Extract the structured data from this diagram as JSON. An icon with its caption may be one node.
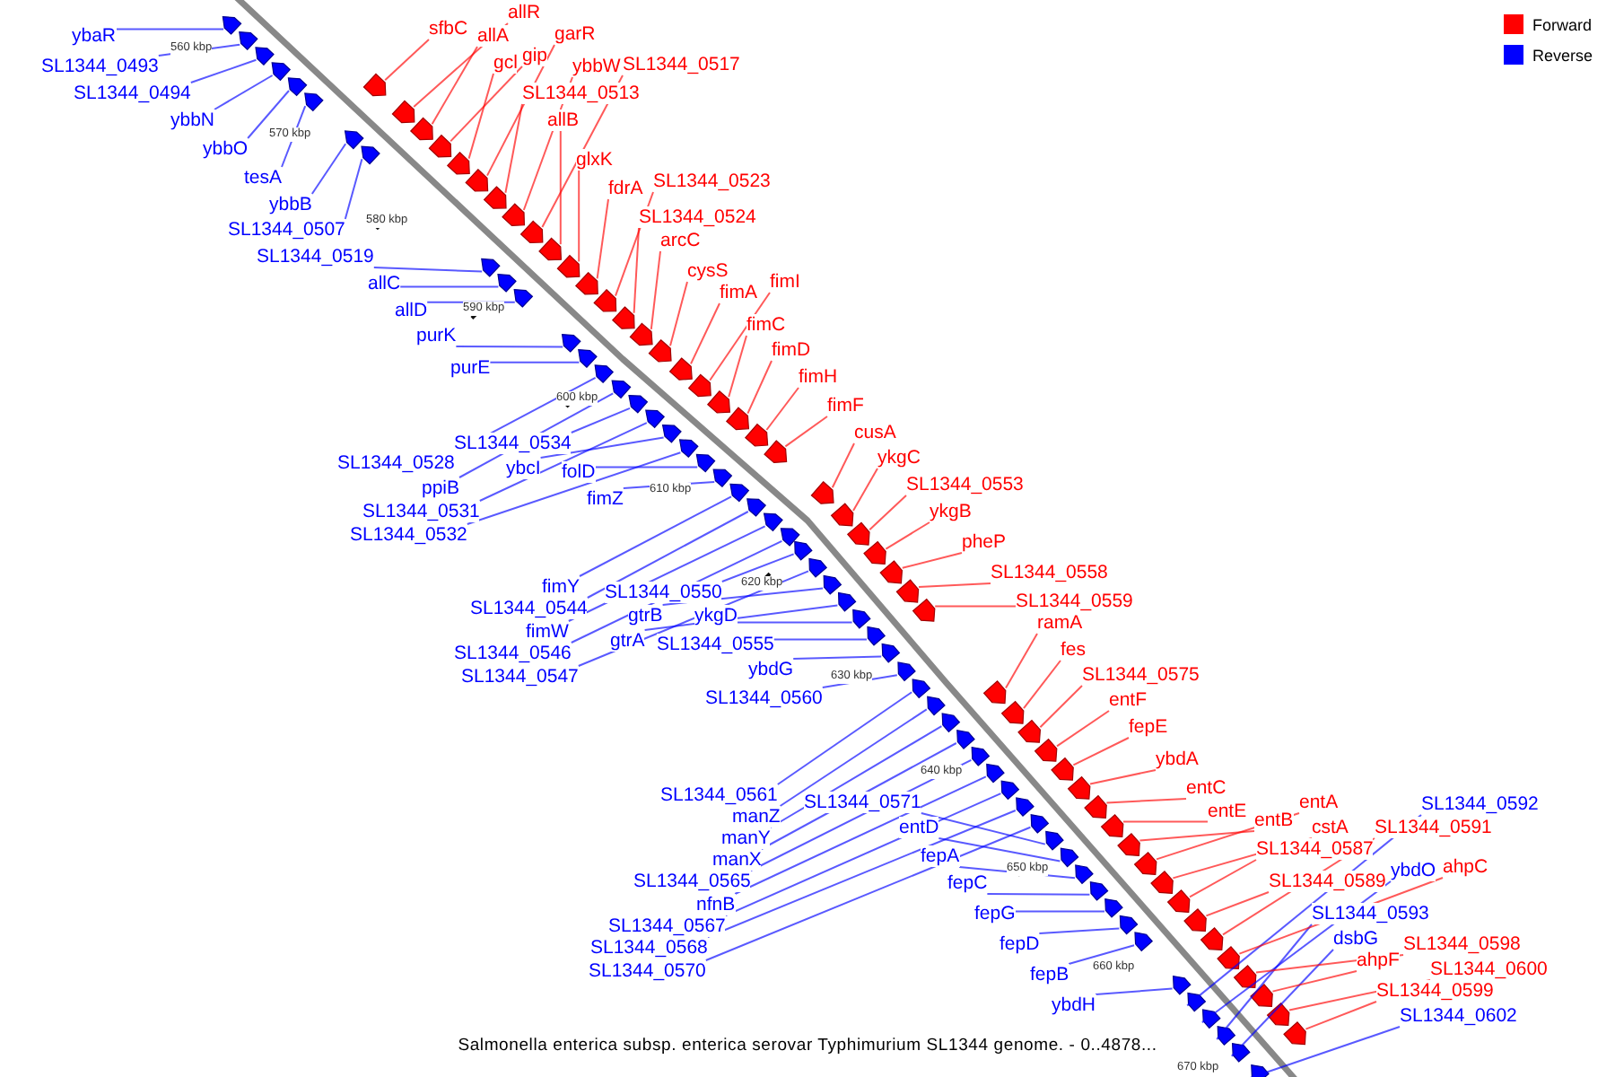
{
  "diagram": {
    "caption": "Salmonella enterica subsp. enterica serovar Typhimurium SL1344 genome. - 0..4878...",
    "nodes": [
      {
        "text": [
          "ybaR"
        ]
      },
      {
        "text": [
          "SL1344_0493"
        ]
      },
      {
        "text": [
          "SL1344_0494"
        ]
      },
      {
        "text": [
          "ybbN"
        ]
      },
      {
        "text": [
          "ybbO"
        ]
      },
      {
        "text": [
          "tesA"
        ]
      },
      {
        "text": [
          "ybbB"
        ]
      },
      {
        "text": [
          "SL1344_0507"
        ]
      },
      {
        "text": [
          "SL1344_0519"
        ]
      },
      {
        "text": [
          "allC"
        ]
      },
      {
        "text": [
          "allD"
        ]
      },
      {
        "text": [
          "purK"
        ]
      },
      {
        "text": [
          "purE"
        ]
      },
      {
        "text": [
          "SL1344_0534"
        ]
      },
      {
        "text": [
          "SL1344_0528"
        ]
      },
      {
        "text": [
          "ybcI"
        ]
      },
      {
        "text": [
          "ppiB"
        ]
      },
      {
        "text": [
          "folD"
        ]
      },
      {
        "text": [
          "SL1344_0531"
        ]
      },
      {
        "text": [
          "SL1344_0532"
        ]
      },
      {
        "text": [
          "fimZ"
        ]
      },
      {
        "text": [
          "fimY"
        ]
      },
      {
        "text": [
          "SL1344_0544"
        ]
      },
      {
        "text": [
          "SL1344_0550"
        ]
      },
      {
        "text": [
          "fimW"
        ]
      },
      {
        "text": [
          "gtrB"
        ]
      },
      {
        "text": [
          "ykgD"
        ]
      },
      {
        "text": [
          "SL1344_0546"
        ]
      },
      {
        "text": [
          "gtrA"
        ]
      },
      {
        "text": [
          "SL1344_0555"
        ]
      },
      {
        "text": [
          "SL1344_0547"
        ]
      },
      {
        "text": [
          "ybdG"
        ]
      },
      {
        "text": [
          "SL1344_0560"
        ]
      },
      {
        "text": [
          "SL1344_0561"
        ]
      },
      {
        "text": [
          "SL1344_0571"
        ]
      },
      {
        "text": [
          "manZ"
        ]
      },
      {
        "text": [
          "entD"
        ]
      },
      {
        "text": [
          "manY"
        ]
      },
      {
        "text": [
          "manX"
        ]
      },
      {
        "text": [
          "fepA"
        ]
      },
      {
        "text": [
          "SL1344_0565"
        ]
      },
      {
        "text": [
          "fepC"
        ]
      },
      {
        "text": [
          "nfnB"
        ]
      },
      {
        "text": [
          "fepG"
        ]
      },
      {
        "text": [
          "SL1344_0567"
        ]
      },
      {
        "text": [
          "fepD"
        ]
      },
      {
        "text": [
          "SL1344_0568"
        ]
      },
      {
        "text": [
          "SL1344_0570"
        ]
      },
      {
        "text": [
          "fepB"
        ]
      },
      {
        "text": [
          "ybdH"
        ]
      },
      {
        "text": [
          "SL1344_0592"
        ]
      },
      {
        "text": [
          "ybdO"
        ]
      },
      {
        "text": [
          "SL1344_0593"
        ]
      },
      {
        "text": [
          "dsbG"
        ]
      },
      {
        "text": [
          "SL1344_0602"
        ]
      },
      {
        "text": [
          "sfbC"
        ]
      },
      {
        "text": [
          "allR"
        ]
      },
      {
        "text": [
          "allA"
        ]
      },
      {
        "text": [
          "gip"
        ]
      },
      {
        "text": [
          "gcl"
        ]
      },
      {
        "text": [
          "garR"
        ]
      },
      {
        "text": [
          "ybbW"
        ]
      },
      {
        "text": [
          "SL1344_0517"
        ]
      },
      {
        "text": [
          "SL1344_0513"
        ]
      },
      {
        "text": [
          "allB"
        ]
      },
      {
        "text": [
          "glxK"
        ]
      },
      {
        "text": [
          "fdrA"
        ]
      },
      {
        "text": [
          "SL1344_0523"
        ]
      },
      {
        "text": [
          "SL1344_0524"
        ]
      },
      {
        "text": [
          "arcC"
        ]
      },
      {
        "text": [
          "cysS"
        ]
      },
      {
        "text": [
          "fimA"
        ]
      },
      {
        "text": [
          "fimI"
        ]
      },
      {
        "text": [
          "fimC"
        ]
      },
      {
        "text": [
          "fimD"
        ]
      },
      {
        "text": [
          "fimH"
        ]
      },
      {
        "text": [
          "fimF"
        ]
      },
      {
        "text": [
          "cusA"
        ]
      },
      {
        "text": [
          "ykgC"
        ]
      },
      {
        "text": [
          "SL1344_0553"
        ]
      },
      {
        "text": [
          "ykgB"
        ]
      },
      {
        "text": [
          "pheP"
        ]
      },
      {
        "text": [
          "SL1344_0558"
        ]
      },
      {
        "text": [
          "SL1344_0559"
        ]
      },
      {
        "text": [
          "ramA"
        ]
      },
      {
        "text": [
          "fes"
        ]
      },
      {
        "text": [
          "SL1344_0575"
        ]
      },
      {
        "text": [
          "entF"
        ]
      },
      {
        "text": [
          "fepE"
        ]
      },
      {
        "text": [
          "ybdA"
        ]
      },
      {
        "text": [
          "entC"
        ]
      },
      {
        "text": [
          "entE"
        ]
      },
      {
        "text": [
          "entB"
        ]
      },
      {
        "text": [
          "entA"
        ]
      },
      {
        "text": [
          "cstA"
        ]
      },
      {
        "text": [
          "SL1344_0587"
        ]
      },
      {
        "text": [
          "SL1344_0591"
        ]
      },
      {
        "text": [
          "SL1344_0589"
        ]
      },
      {
        "text": [
          "ahpC"
        ]
      },
      {
        "text": [
          "SL1344_0598"
        ]
      },
      {
        "text": [
          "ahpF"
        ]
      },
      {
        "text": [
          "SL1344_0600"
        ]
      },
      {
        "text": [
          "SL1344_0599"
        ]
      },
      {
        "text": [],
        "shape": "arrow"
      },
      {
        "text": [],
        "shape": "arrow"
      },
      {
        "text": [],
        "shape": "arrow"
      },
      {
        "text": [],
        "shape": "arrow"
      },
      {
        "text": [],
        "shape": "arrow"
      },
      {
        "text": [],
        "shape": "arrow"
      },
      {
        "text": [],
        "shape": "arrow"
      },
      {
        "text": [],
        "shape": "arrow"
      },
      {
        "text": [],
        "shape": "arrow"
      },
      {
        "text": [],
        "shape": "arrow"
      },
      {
        "text": [],
        "shape": "arrow"
      },
      {
        "text": [],
        "shape": "arrow"
      },
      {
        "text": [],
        "shape": "arrow"
      },
      {
        "text": [],
        "shape": "arrow"
      },
      {
        "text": [],
        "shape": "arrow"
      },
      {
        "text": [],
        "shape": "arrow"
      },
      {
        "text": [],
        "shape": "arrow"
      },
      {
        "text": [],
        "shape": "arrow"
      },
      {
        "text": [],
        "shape": "arrow"
      },
      {
        "text": [],
        "shape": "arrow"
      },
      {
        "text": [],
        "shape": "arrow"
      },
      {
        "text": [],
        "shape": "arrow"
      },
      {
        "text": [],
        "shape": "arrow"
      },
      {
        "text": [],
        "shape": "arrow"
      },
      {
        "text": [],
        "shape": "arrow"
      },
      {
        "text": [],
        "shape": "arrow"
      },
      {
        "text": [],
        "shape": "arrow"
      },
      {
        "text": [],
        "shape": "arrow"
      },
      {
        "text": [],
        "shape": "arrow"
      },
      {
        "text": [],
        "shape": "arrow"
      },
      {
        "text": [],
        "shape": "arrow"
      },
      {
        "text": [],
        "shape": "arrow"
      },
      {
        "text": [],
        "shape": "arrow"
      },
      {
        "text": [],
        "shape": "arrow"
      },
      {
        "text": [],
        "shape": "arrow"
      },
      {
        "text": [],
        "shape": "arrow"
      },
      {
        "text": [],
        "shape": "arrow"
      },
      {
        "text": [],
        "shape": "arrow"
      },
      {
        "text": [],
        "shape": "arrow"
      },
      {
        "text": [],
        "shape": "arrow"
      },
      {
        "text": [],
        "shape": "arrow"
      },
      {
        "text": [],
        "shape": "arrow"
      },
      {
        "text": [],
        "shape": "arrow"
      },
      {
        "text": [],
        "shape": "arrow"
      },
      {
        "text": [],
        "shape": "arrow"
      },
      {
        "text": [],
        "shape": "arrow"
      },
      {
        "text": [],
        "shape": "arrow"
      },
      {
        "text": [],
        "shape": "arrow"
      },
      {
        "text": [],
        "shape": "arrow"
      },
      {
        "text": [],
        "shape": "arrow"
      },
      {
        "text": [],
        "shape": "arrow"
      },
      {
        "text": [],
        "shape": "arrow"
      },
      {
        "text": [],
        "shape": "arrow"
      },
      {
        "text": [],
        "shape": "arrow"
      },
      {
        "text": [],
        "shape": "arrow"
      },
      {
        "text": [],
        "shape": "arrow"
      },
      {
        "text": [],
        "shape": "arrow"
      },
      {
        "text": [],
        "shape": "arrow"
      },
      {
        "text": [],
        "shape": "arrow"
      },
      {
        "text": [],
        "shape": "arrow"
      },
      {
        "text": [],
        "shape": "arrow"
      },
      {
        "text": [],
        "shape": "arrow"
      },
      {
        "text": [],
        "shape": "arrow"
      },
      {
        "text": [],
        "shape": "arrow"
      },
      {
        "text": [],
        "shape": "arrow"
      },
      {
        "text": [],
        "shape": "arrow"
      },
      {
        "text": [],
        "shape": "arrow"
      },
      {
        "text": [],
        "shape": "arrow"
      },
      {
        "text": [],
        "shape": "arrow"
      },
      {
        "text": [],
        "shape": "arrow"
      },
      {
        "text": [],
        "shape": "arrow"
      },
      {
        "text": [],
        "shape": "arrow"
      },
      {
        "text": [],
        "shape": "arrow"
      },
      {
        "text": [],
        "shape": "arrow"
      },
      {
        "text": [],
        "shape": "arrow"
      },
      {
        "text": [],
        "shape": "arrow"
      },
      {
        "text": [],
        "shape": "arrow"
      },
      {
        "text": [],
        "shape": "arrow"
      },
      {
        "text": [],
        "shape": "arrow"
      },
      {
        "text": [],
        "shape": "arrow"
      },
      {
        "text": [],
        "shape": "arrow"
      },
      {
        "text": [],
        "shape": "arrow"
      },
      {
        "text": [],
        "shape": "arrow"
      },
      {
        "text": [],
        "shape": "arrow"
      },
      {
        "text": [],
        "shape": "arrow"
      },
      {
        "text": [],
        "shape": "arrow"
      },
      {
        "text": [],
        "shape": "arrow"
      },
      {
        "text": [],
        "shape": "arrow"
      },
      {
        "text": [],
        "shape": "arrow"
      },
      {
        "text": [],
        "shape": "arrow"
      },
      {
        "text": [],
        "shape": "arrow"
      },
      {
        "text": [],
        "shape": "arrow"
      },
      {
        "text": [],
        "shape": "arrow"
      },
      {
        "text": [],
        "shape": "arrow"
      },
      {
        "text": [],
        "shape": "arrow"
      },
      {
        "text": [],
        "shape": "arrow"
      },
      {
        "text": [],
        "shape": "arrow"
      },
      {
        "text": [],
        "shape": "arrow"
      },
      {
        "text": [],
        "shape": "arrow"
      },
      {
        "text": [],
        "shape": "arrow"
      },
      {
        "text": [],
        "shape": "arrow"
      },
      {
        "text": [],
        "shape": "arrow"
      },
      {
        "text": [],
        "shape": "arrow"
      }
    ],
    "edges": [
      {
        "from": 0,
        "to": 103,
        "arrow": "none"
      },
      {
        "from": 1,
        "to": 104,
        "arrow": "none"
      },
      {
        "from": 2,
        "to": 105,
        "arrow": "none"
      },
      {
        "from": 3,
        "to": 106,
        "arrow": "none"
      },
      {
        "from": 4,
        "to": 107,
        "arrow": "none"
      },
      {
        "from": 5,
        "to": 108,
        "arrow": "none"
      },
      {
        "from": 6,
        "to": 109,
        "arrow": "none"
      },
      {
        "from": 7,
        "to": 110,
        "arrow": "none"
      },
      {
        "from": 8,
        "to": 111,
        "arrow": "none"
      },
      {
        "from": 9,
        "to": 112,
        "arrow": "none"
      },
      {
        "from": 10,
        "to": 113,
        "arrow": "none"
      },
      {
        "from": 11,
        "to": 114,
        "arrow": "none"
      },
      {
        "from": 12,
        "to": 115,
        "arrow": "none"
      },
      {
        "from": 13,
        "to": 116,
        "arrow": "none"
      },
      {
        "from": 14,
        "to": 117,
        "arrow": "none"
      },
      {
        "from": 15,
        "to": 118,
        "arrow": "none"
      },
      {
        "from": 16,
        "to": 119,
        "arrow": "none"
      },
      {
        "from": 17,
        "to": 120,
        "arrow": "none"
      },
      {
        "from": 18,
        "to": 121,
        "arrow": "none"
      },
      {
        "from": 19,
        "to": 122,
        "arrow": "none"
      },
      {
        "from": 20,
        "to": 123,
        "arrow": "none"
      },
      {
        "from": 21,
        "to": 124,
        "arrow": "none"
      },
      {
        "from": 22,
        "to": 125,
        "arrow": "none"
      },
      {
        "from": 23,
        "to": 126,
        "arrow": "none"
      },
      {
        "from": 24,
        "to": 127,
        "arrow": "none"
      },
      {
        "from": 25,
        "to": 128,
        "arrow": "none"
      },
      {
        "from": 26,
        "to": 129,
        "arrow": "none"
      },
      {
        "from": 27,
        "to": 130,
        "arrow": "none"
      },
      {
        "from": 28,
        "to": 131,
        "arrow": "none"
      },
      {
        "from": 29,
        "to": 132,
        "arrow": "none"
      },
      {
        "from": 30,
        "to": 133,
        "arrow": "none"
      },
      {
        "from": 31,
        "to": 134,
        "arrow": "none"
      },
      {
        "from": 32,
        "to": 135,
        "arrow": "none"
      },
      {
        "from": 33,
        "to": 136,
        "arrow": "none"
      },
      {
        "from": 34,
        "to": 137,
        "arrow": "none"
      },
      {
        "from": 35,
        "to": 138,
        "arrow": "none"
      },
      {
        "from": 36,
        "to": 139,
        "arrow": "none"
      },
      {
        "from": 37,
        "to": 140,
        "arrow": "none"
      },
      {
        "from": 38,
        "to": 141,
        "arrow": "none"
      },
      {
        "from": 39,
        "to": 142,
        "arrow": "none"
      },
      {
        "from": 40,
        "to": 143,
        "arrow": "none"
      },
      {
        "from": 41,
        "to": 144,
        "arrow": "none"
      },
      {
        "from": 42,
        "to": 145,
        "arrow": "none"
      },
      {
        "from": 43,
        "to": 146,
        "arrow": "none"
      },
      {
        "from": 44,
        "to": 147,
        "arrow": "none"
      },
      {
        "from": 45,
        "to": 148,
        "arrow": "none"
      },
      {
        "from": 46,
        "to": 149,
        "arrow": "none"
      },
      {
        "from": 47,
        "to": 150,
        "arrow": "none"
      },
      {
        "from": 48,
        "to": 151,
        "arrow": "none"
      },
      {
        "from": 49,
        "to": 152,
        "arrow": "none"
      },
      {
        "from": 50,
        "to": 153,
        "arrow": "none"
      },
      {
        "from": 51,
        "to": 154,
        "arrow": "none"
      },
      {
        "from": 52,
        "to": 155,
        "arrow": "none"
      },
      {
        "from": 53,
        "to": 156,
        "arrow": "none"
      },
      {
        "from": 54,
        "to": 157,
        "arrow": "none"
      },
      {
        "from": 55,
        "to": 158,
        "arrow": "none",
        "color": "#ff0000"
      },
      {
        "from": 56,
        "to": 159,
        "arrow": "none",
        "color": "#ff0000"
      },
      {
        "from": 57,
        "to": 160,
        "arrow": "none",
        "color": "#ff0000"
      },
      {
        "from": 58,
        "to": 161,
        "arrow": "none",
        "color": "#ff0000"
      },
      {
        "from": 59,
        "to": 162,
        "arrow": "none",
        "color": "#ff0000"
      },
      {
        "from": 60,
        "to": 163,
        "arrow": "none",
        "color": "#ff0000"
      },
      {
        "from": 61,
        "to": 164,
        "arrow": "none",
        "color": "#ff0000"
      },
      {
        "from": 62,
        "to": 165,
        "arrow": "none",
        "color": "#ff0000"
      },
      {
        "from": 63,
        "to": 166,
        "arrow": "none",
        "color": "#ff0000"
      },
      {
        "from": 64,
        "to": 167,
        "arrow": "none",
        "color": "#ff0000"
      },
      {
        "from": 65,
        "to": 168,
        "arrow": "none",
        "color": "#ff0000"
      },
      {
        "from": 66,
        "to": 169,
        "arrow": "none",
        "color": "#ff0000"
      },
      {
        "from": 67,
        "to": 170,
        "arrow": "none",
        "color": "#ff0000"
      },
      {
        "from": 68,
        "to": 171,
        "arrow": "none",
        "color": "#ff0000"
      },
      {
        "from": 69,
        "to": 172,
        "arrow": "none",
        "color": "#ff0000"
      },
      {
        "from": 70,
        "to": 173,
        "arrow": "none",
        "color": "#ff0000"
      },
      {
        "from": 71,
        "to": 174,
        "arrow": "none",
        "color": "#ff0000"
      },
      {
        "from": 72,
        "to": 175,
        "arrow": "none",
        "color": "#ff0000"
      },
      {
        "from": 73,
        "to": 176,
        "arrow": "none",
        "color": "#ff0000"
      },
      {
        "from": 74,
        "to": 177,
        "arrow": "none",
        "color": "#ff0000"
      },
      {
        "from": 75,
        "to": 178,
        "arrow": "none",
        "color": "#ff0000"
      },
      {
        "from": 76,
        "to": 179,
        "arrow": "none",
        "color": "#ff0000"
      },
      {
        "from": 77,
        "to": 180,
        "arrow": "none",
        "color": "#ff0000"
      },
      {
        "from": 78,
        "to": 181,
        "arrow": "none",
        "color": "#ff0000"
      },
      {
        "from": 79,
        "to": 182,
        "arrow": "none",
        "color": "#ff0000"
      },
      {
        "from": 80,
        "to": 183,
        "arrow": "none",
        "color": "#ff0000"
      },
      {
        "from": 81,
        "to": 184,
        "arrow": "none",
        "color": "#ff0000"
      },
      {
        "from": 82,
        "to": 185,
        "arrow": "none",
        "color": "#ff0000"
      },
      {
        "from": 83,
        "to": 186,
        "arrow": "none",
        "color": "#ff0000"
      },
      {
        "from": 84,
        "to": 187,
        "arrow": "none",
        "color": "#ff0000"
      },
      {
        "from": 85,
        "to": 188,
        "arrow": "none",
        "color": "#ff0000"
      },
      {
        "from": 86,
        "to": 189,
        "arrow": "none",
        "color": "#ff0000"
      },
      {
        "from": 87,
        "to": 190,
        "arrow": "none",
        "color": "#ff0000"
      },
      {
        "from": 88,
        "to": 191,
        "arrow": "none",
        "color": "#ff0000"
      },
      {
        "from": 89,
        "to": 192,
        "arrow": "none",
        "color": "#ff0000"
      },
      {
        "from": 90,
        "to": 193,
        "arrow": "none",
        "color": "#ff0000"
      },
      {
        "from": 91,
        "to": 194,
        "arrow": "none",
        "color": "#ff0000"
      },
      {
        "from": 92,
        "to": 195,
        "arrow": "none",
        "color": "#ff0000"
      },
      {
        "from": 93,
        "to": 196,
        "arrow": "none",
        "color": "#ff0000"
      },
      {
        "from": 94,
        "to": 197,
        "arrow": "none",
        "color": "#ff0000"
      },
      {
        "from": 95,
        "to": 198,
        "arrow": "none",
        "color": "#ff0000"
      },
      {
        "from": 96,
        "to": 199,
        "arrow": "none",
        "color": "#ff0000"
      },
      {
        "from": 97,
        "to": 200,
        "arrow": "none",
        "color": "#ff0000"
      },
      {
        "from": 98,
        "to": 201,
        "arrow": "none",
        "color": "#ff0000"
      },
      {
        "from": 99,
        "to": 202,
        "arrow": "none",
        "color": "#ff0000"
      },
      {
        "from": 100,
        "to": 203,
        "arrow": "none",
        "color": "#ff0000"
      },
      {
        "from": 101,
        "to": 204,
        "arrow": "none",
        "color": "#ff0000"
      },
      {
        "from": 102,
        "to": 205,
        "arrow": "none",
        "color": "#ff0000"
      }
    ],
    "labels": [
      "560 kbp",
      "570 kbp",
      "580 kbp",
      "590 kbp",
      "600 kbp",
      "610 kbp",
      "620 kbp",
      "630 kbp",
      "640 kbp",
      "650 kbp",
      "660 kbp",
      "670 kbp"
    ],
    "legend": [
      {
        "text": "Forward",
        "color": "#ff0000"
      },
      {
        "text": "Reverse",
        "color": "#0000ff"
      }
    ]
  }
}
